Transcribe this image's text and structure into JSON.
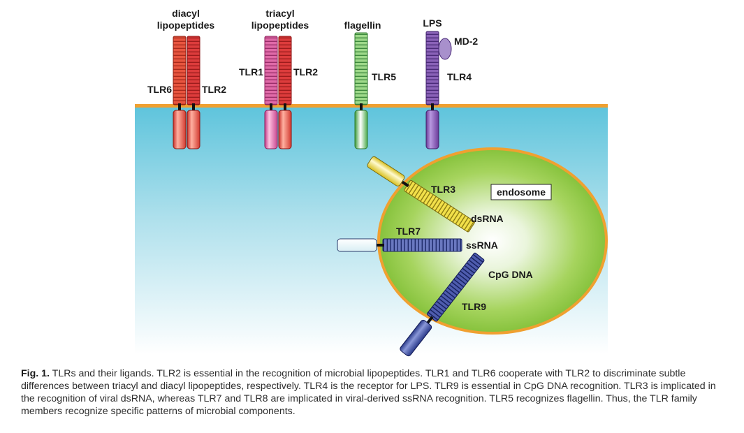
{
  "labels": {
    "diacyl_line1": "diacyl",
    "diacyl_line2": "lipopeptides",
    "triacyl_line1": "triacyl",
    "triacyl_line2": "lipopeptides",
    "flagellin": "flagellin",
    "lps": "LPS",
    "md2": "MD-2",
    "tlr6": "TLR6",
    "tlr2_a": "TLR2",
    "tlr1": "TLR1",
    "tlr2_b": "TLR2",
    "tlr5": "TLR5",
    "tlr4": "TLR4",
    "tlr3": "TLR3",
    "endosome": "endosome",
    "dsrna": "dsRNA",
    "tlr7": "TLR7",
    "ssrna": "ssRNA",
    "cpg": "CpG DNA",
    "tlr9": "TLR9"
  },
  "caption": {
    "fig_label": "Fig. 1.",
    "text": " TLRs and their ligands. TLR2 is essential in the recognition of microbial lipopeptides. TLR1 and TLR6 cooperate with TLR2 to discriminate subtle differences between triacyl and diacyl lipopeptides, respectively. TLR4 is the receptor for LPS. TLR9 is essential in CpG DNA recognition. TLR3 is implicated in the recognition of viral dsRNA, whereas TLR7 and TLR8 are implicated in viral-derived ssRNA recognition. TLR5 recognizes flagellin. Thus, the TLR family members recognize specific patterns of microbial components."
  },
  "colors": {
    "membrane": "#f0a030",
    "cytoplasm": "#6ccbdf",
    "endosome": "#8cc63f",
    "tlr6": "#e8503a",
    "tlr2": "#dd3a3a",
    "tlr1": "#dd5fa0",
    "tlr5": "#5cb85c",
    "tlr4": "#7a4fa8",
    "tlr3": "#e8d23a",
    "tlr7": "#4a5aa8",
    "tlr9": "#3a4a9a"
  }
}
